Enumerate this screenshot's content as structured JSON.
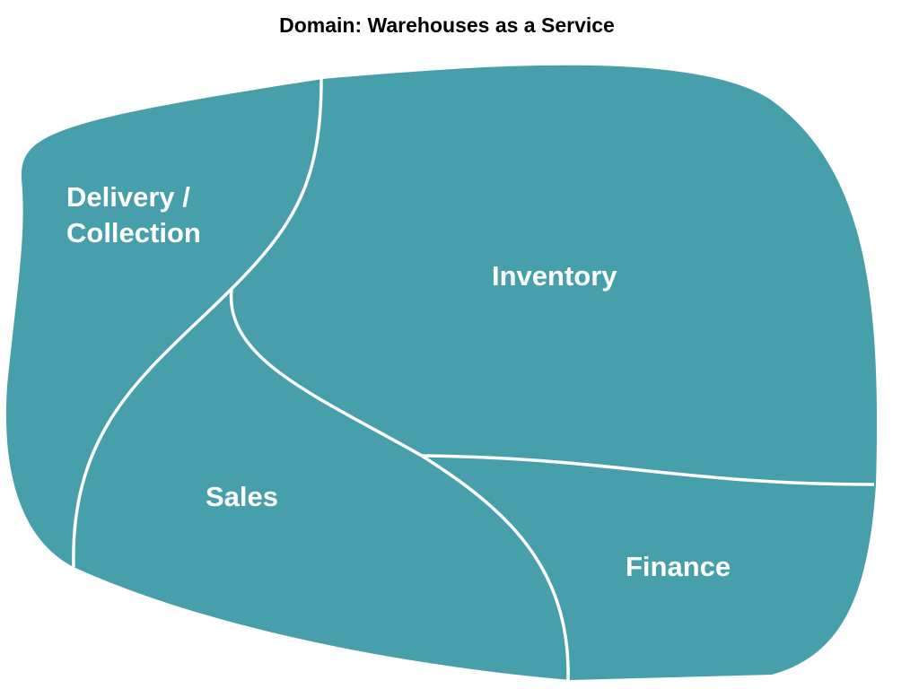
{
  "title": "Domain: Warehouses as a Service",
  "colors": {
    "domain_fill": "#489fac",
    "boundary_stroke": "#ffffff",
    "label_text": "#ffffff",
    "title_text": "#000000"
  },
  "subdomains": [
    {
      "id": "delivery",
      "lines": [
        "Delivery /",
        "Collection"
      ]
    },
    {
      "id": "inventory",
      "lines": [
        "Inventory"
      ]
    },
    {
      "id": "sales",
      "lines": [
        "Sales"
      ]
    },
    {
      "id": "finance",
      "lines": [
        "Finance"
      ]
    }
  ]
}
